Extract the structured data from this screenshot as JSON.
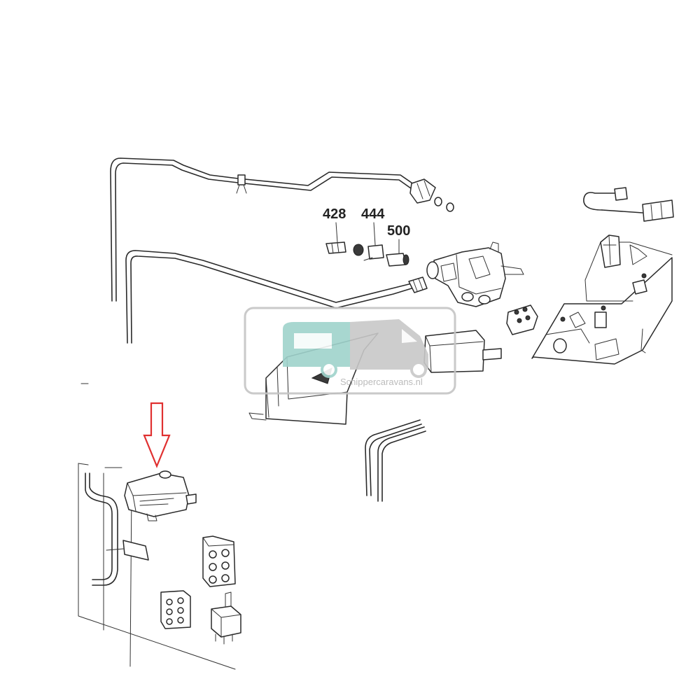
{
  "part_labels": {
    "p428": "428",
    "p444": "444",
    "p500": "500"
  },
  "watermark": {
    "text": "Schippercaravans.nl",
    "caravan_color": "#9fd3cc",
    "camper_color": "#c8c8c8"
  },
  "pointer": {
    "icon": "down-arrow-icon",
    "color": "#e03030"
  }
}
